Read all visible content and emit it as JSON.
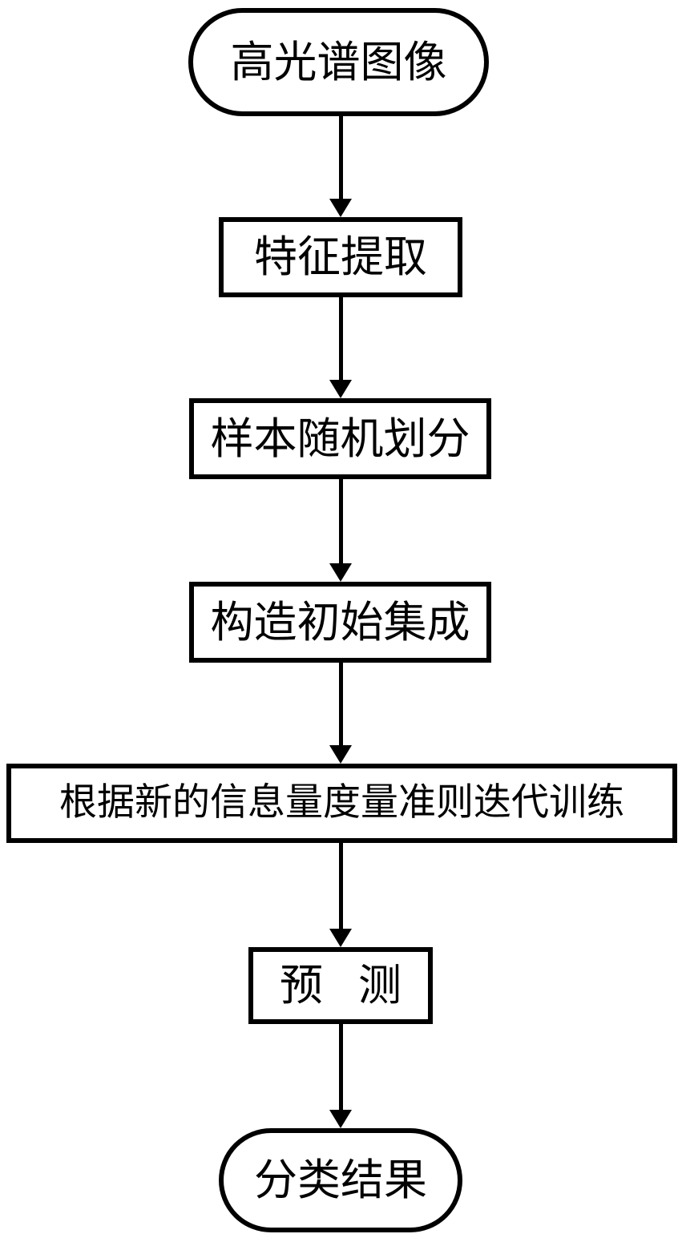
{
  "diagram": {
    "type": "flowchart",
    "direction": "top-to-bottom",
    "colors": {
      "stroke": "#000000",
      "fill": "#ffffff",
      "text": "#000000"
    },
    "nodes": [
      {
        "id": 0,
        "shape": "stadium",
        "label": "高光谱图像"
      },
      {
        "id": 1,
        "shape": "rect",
        "label": "特征提取"
      },
      {
        "id": 2,
        "shape": "rect",
        "label": "样本随机划分"
      },
      {
        "id": 3,
        "shape": "rect",
        "label": "构造初始集成"
      },
      {
        "id": 4,
        "shape": "rect",
        "label": "根据新的信息量度量准则迭代训练"
      },
      {
        "id": 5,
        "shape": "rect",
        "label": "预测"
      },
      {
        "id": 6,
        "shape": "stadium",
        "label": "分类结果"
      }
    ],
    "edges": [
      {
        "from": 0,
        "to": 1,
        "style": "arrow"
      },
      {
        "from": 1,
        "to": 2,
        "style": "arrow"
      },
      {
        "from": 2,
        "to": 3,
        "style": "arrow"
      },
      {
        "from": 3,
        "to": 4,
        "style": "arrow"
      },
      {
        "from": 4,
        "to": 5,
        "style": "arrow"
      },
      {
        "from": 5,
        "to": 6,
        "style": "arrow"
      }
    ]
  }
}
